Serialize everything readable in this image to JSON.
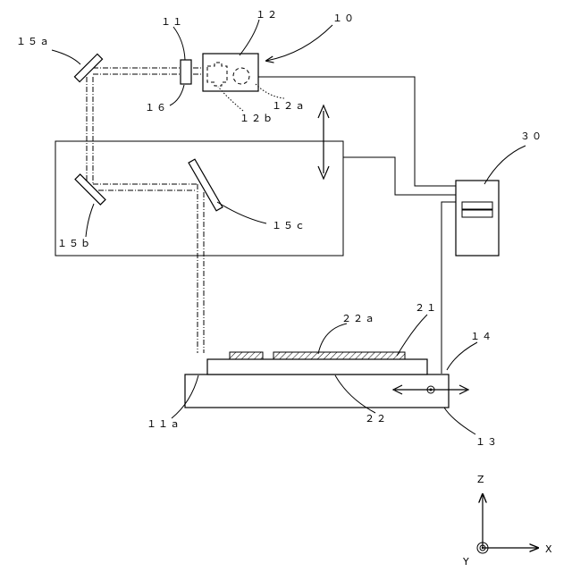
{
  "labels": {
    "laser_unit": "１０",
    "oscillator": "１２",
    "beam_line": "１１",
    "shutter": "１６",
    "part_12a": "１２ａ",
    "part_12b": "１２ｂ",
    "mirror_a": "１５ａ",
    "mirror_b": "１５ｂ",
    "mirror_c": "１５ｃ",
    "controller": "３０",
    "substrate": "２１",
    "film": "２２ａ",
    "stage_top": "２２",
    "spot": "１１ａ",
    "drive": "１４",
    "base": "１３"
  },
  "axes": {
    "z": "Z",
    "x": "X",
    "y": "Y"
  }
}
